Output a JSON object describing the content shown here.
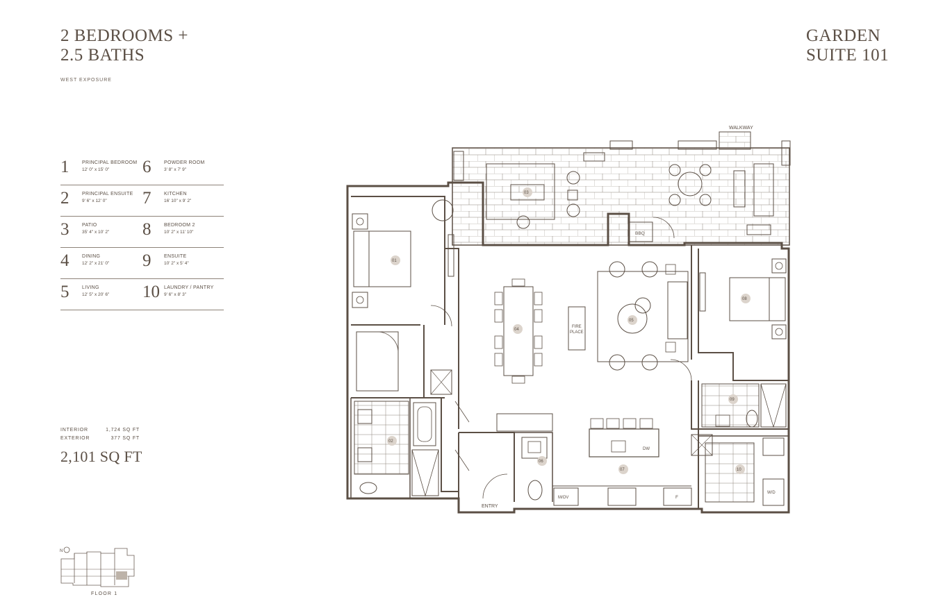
{
  "header": {
    "title_line1": "2 BEDROOMS +",
    "title_line2": "2.5 BATHS",
    "suite_line1": "GARDEN",
    "suite_line2": "SUITE 101",
    "exposure": "WEST EXPOSURE"
  },
  "rooms": [
    {
      "num": "1",
      "name": "PRINCIPAL BEDROOM",
      "dims": "12' 0\" x 15' 0\""
    },
    {
      "num": "6",
      "name": "POWDER ROOM",
      "dims": "3' 8\" x 7' 9\""
    },
    {
      "num": "2",
      "name": "PRINCIPAL ENSUITE",
      "dims": "9' 6\" x 12' 0\""
    },
    {
      "num": "7",
      "name": "KITCHEN",
      "dims": "16' 10\" x 9' 2\""
    },
    {
      "num": "3",
      "name": "PATIO",
      "dims": "35' 4\" x 10' 2\""
    },
    {
      "num": "8",
      "name": "BEDROOM 2",
      "dims": "10' 2\" x 11' 10\""
    },
    {
      "num": "4",
      "name": "DINING",
      "dims": "12' 2\" x 21' 0\""
    },
    {
      "num": "9",
      "name": "ENSUITE",
      "dims": "10' 2\" x 5' 4\""
    },
    {
      "num": "5",
      "name": "LIVING",
      "dims": "12' 5\" x 20' 6\""
    },
    {
      "num": "10",
      "name": "LAUNDRY / PANTRY",
      "dims": "9' 6\" x 8' 3\""
    }
  ],
  "areas": {
    "interior_label": "INTERIOR",
    "interior_value": "1,724 SQ FT",
    "exterior_label": "EXTERIOR",
    "exterior_value": "377 SQ FT",
    "total": "2,101 SQ FT"
  },
  "plan": {
    "walkway": "WALKWAY",
    "entry": "ENTRY",
    "bbq": "BBQ",
    "fireplace_line1": "FIRE",
    "fireplace_line2": "PLACE",
    "microwave": "M/OV",
    "dishwasher": "DW",
    "fridge": "F",
    "washer_dryer": "W/D",
    "markers": [
      "01",
      "02",
      "03",
      "04",
      "05",
      "06",
      "07",
      "08",
      "09",
      "10"
    ]
  },
  "keyplan": {
    "floor_label": "FLOOR 1",
    "north": "N"
  },
  "colors": {
    "text": "#5b4f45",
    "line": "#6b5f55",
    "marker_fill": "#dcd4cc",
    "highlight": "#bdb3a9"
  }
}
